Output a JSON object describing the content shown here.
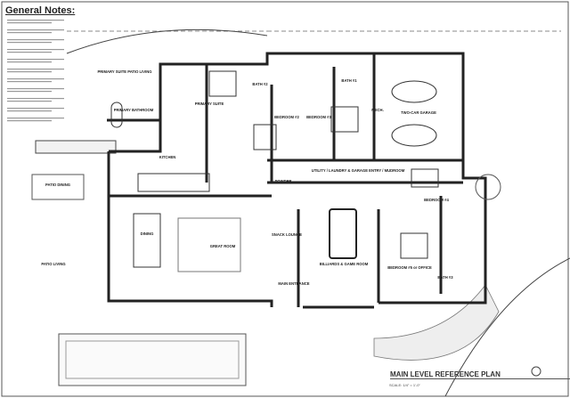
{
  "notes": {
    "title": "General Notes:",
    "count": 11
  },
  "rooms": {
    "primary_patio": "PRIMARY SUITE PATIO LIVING",
    "primary_bath": "PRIMARY BATHROOM",
    "primary_suite": "PRIMARY SUITE",
    "bath2": "BATH #2",
    "bedroom2": "BEDROOM #2",
    "bedroom3": "BEDROOM #3",
    "bath1": "BATH #1",
    "mech": "MECH.",
    "garage": "TWO-CAR GARAGE",
    "kitchen": "KITCHEN",
    "dining": "DINING",
    "great_room": "GREAT ROOM",
    "powder": "POWDER",
    "utility": "UTILITY / LAUNDRY & GARAGE ENTRY / MUDROOM",
    "bedroom4": "BEDROOM #4",
    "snack_lounge": "SNACK LOUNGE",
    "billiards": "BILLIARDS & GAME ROOM",
    "bedroom5": "BEDROOM #5 or OFFICE",
    "bath3": "BATH #3",
    "main_entrance": "MAIN ENTRANCE",
    "patio_dining": "PATIO DINING",
    "patio_living": "PATIO LIVING"
  },
  "title_block": {
    "title": "MAIN LEVEL REFERENCE PLAN",
    "scale": "SCALE: 1/4\" = 1'-0\""
  }
}
